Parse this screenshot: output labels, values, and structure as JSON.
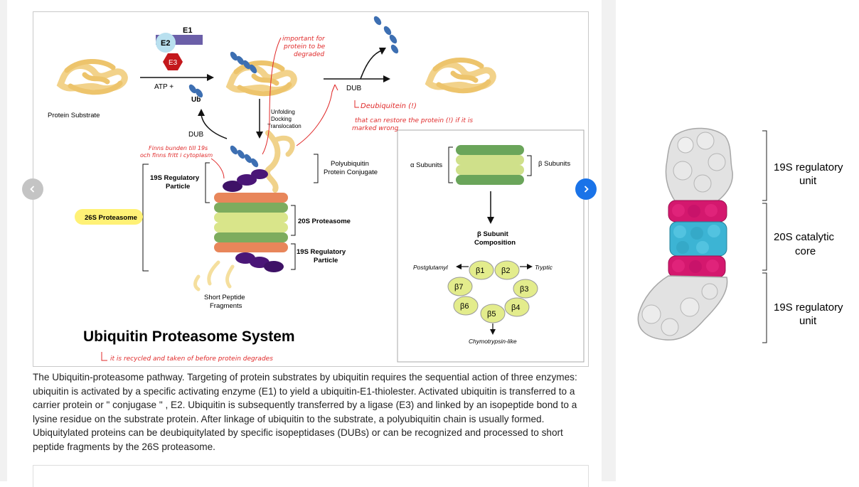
{
  "diagram": {
    "title": "Ubiquitin Proteasome System",
    "labels": {
      "e1": "E1",
      "e2": "E2",
      "e3": "E3",
      "atp": "ATP +",
      "ub": "Ub",
      "protein_substrate": "Protein Substrate",
      "dub_left": "DUB",
      "dub_right": "DUB",
      "unfolding": [
        "Unfolding",
        "Docking",
        "Translocation"
      ],
      "polyubiquitin": [
        "Polyubiquitin",
        "Protein Conjugate"
      ],
      "reg_particle_top": [
        "19S Regulatory",
        "Particle"
      ],
      "proteasome_26s": "26S Proteasome",
      "proteasome_20s": "20S Proteasome",
      "reg_particle_bottom": [
        "19S Regulatory",
        "Particle"
      ],
      "short_peptide": [
        "Short Peptide",
        "Fragments"
      ]
    },
    "inset": {
      "alpha_subunits": "α Subunits",
      "beta_subunits": "β Subunits",
      "beta_composition": [
        "β Subunit",
        "Composition"
      ],
      "postglutamyl": "Postglutamyl",
      "tryptic": "Tryptic",
      "chymotrypsin": "Chymotrypsin-like",
      "beta_ring": [
        "β1",
        "β2",
        "β3",
        "β4",
        "β5",
        "β6",
        "β7"
      ]
    },
    "annotations": {
      "important": [
        "important for",
        "protein to be",
        "degraded"
      ],
      "deubiquitin": "Deubiquitein (!)",
      "restore": [
        "that can restore the protein (!) if it is",
        "marked wrong"
      ],
      "finns": [
        "Finns bunden till 19s",
        "och finns fritt i cytoplasm"
      ],
      "recycled": "it is recycled and taken of before protein degrades"
    }
  },
  "caption": "The Ubiquitin-proteasome pathway. Targeting of protein substrates by ubiquitin requires the sequential action of three enzymes: ubiquitin is activated by a specific activating enzyme (E1) to yield a ubiquitin-E1-thiolester. Activated ubiquitin is transferred to a carrier protein or \" conjugase \" , E2. Ubiquitin is subsequently transferred by a ligase (E3) and linked by an isopeptide bond to a lysine residue on the substrate protein. After linkage of ubiquitin to the substrate, a polyubiquitin chain is usually formed. Ubiquitylated proteins can be deubiquitylated by specific isopeptidases (DUBs) or can be recognized and processed to short peptide fragments by the 26S proteasome.",
  "structure": {
    "top_label": [
      "19S regulatory",
      "unit"
    ],
    "middle_label": [
      "20S catalytic",
      "core"
    ],
    "bottom_label": [
      "19S regulatory",
      "unit"
    ]
  },
  "colors": {
    "accent_blue": "#1a73e8",
    "annotation_red": "#e02a2a",
    "magenta": "#d4186e",
    "cyan": "#3cb4d4"
  },
  "icons": {
    "prev": "chevron-left-icon",
    "next": "chevron-right-icon"
  }
}
